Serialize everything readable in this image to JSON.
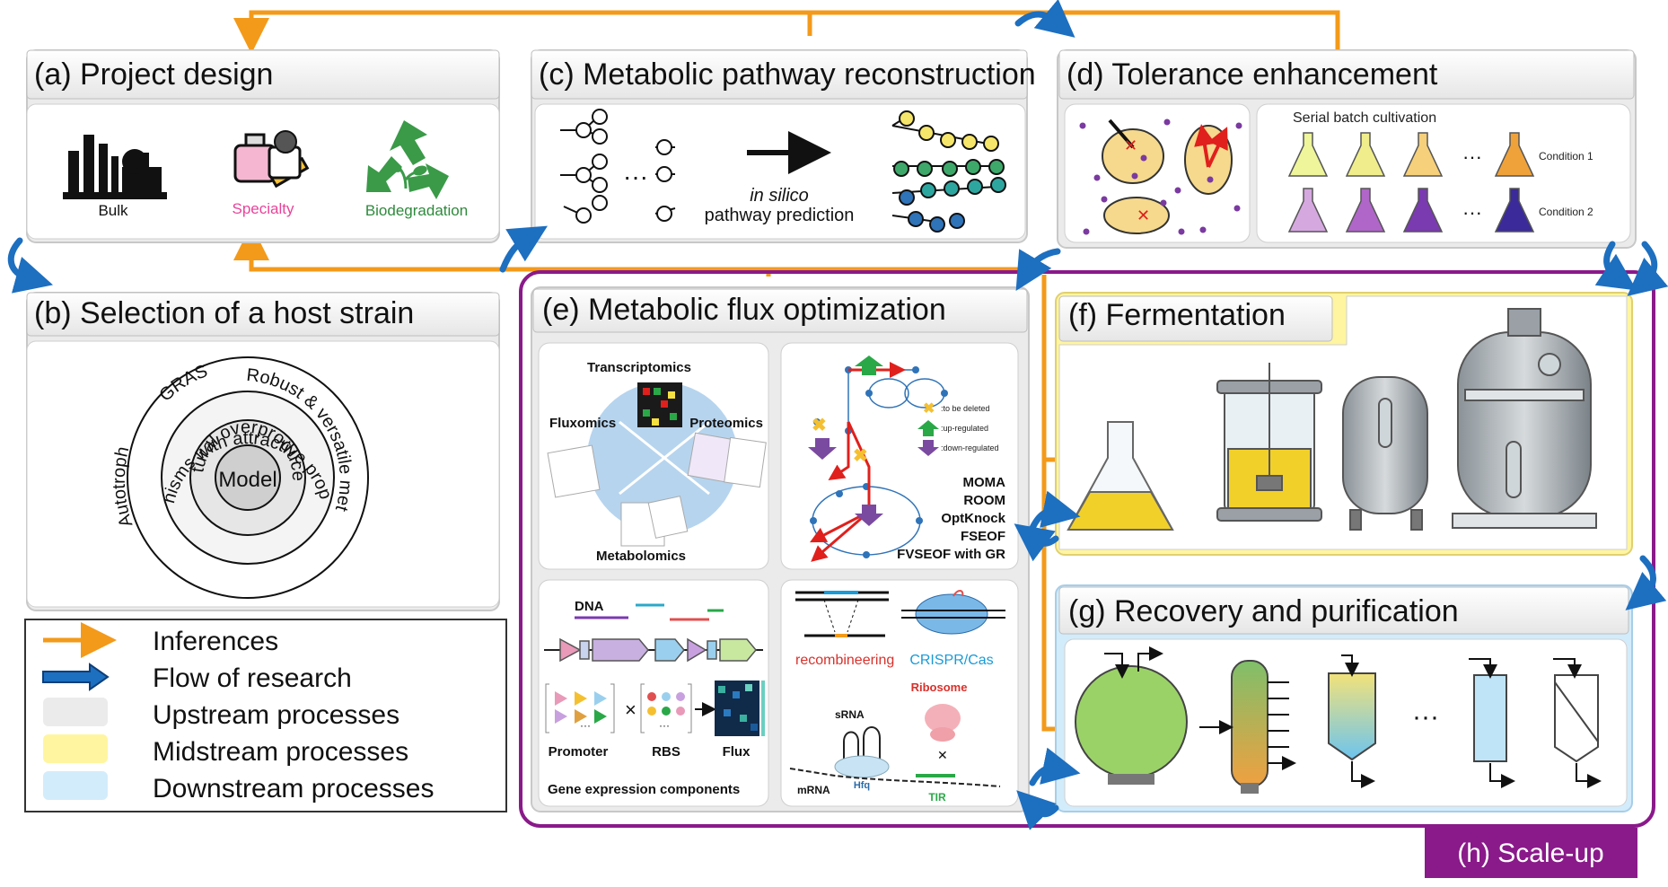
{
  "colors": {
    "orange": "#f39a1a",
    "blue_arrow": "#1d6fc0",
    "purple": "#8a1a8a",
    "upstream": "#ebebeb",
    "midstream": "#fff5a0",
    "downstream": "#d3ecfb",
    "specialty_pink": "#e8449a",
    "biodeg_green": "#2e8a3c",
    "recombineering_red": "#d8312b",
    "crispr_blue": "#1a9ad6"
  },
  "panels": {
    "a": {
      "title": "(a) Project design",
      "bulk": "Bulk",
      "specialty": "Specialty",
      "biodegradation": "Biodegradation"
    },
    "b": {
      "title": "(b) Selection of a host strain",
      "model": "Model",
      "natural": "Natural overproducers",
      "organisms": "Organisms with attractive properties",
      "robust": "Robust & versatile metabolism",
      "gras": "GRAS",
      "autotroph": "Autotroph"
    },
    "c": {
      "title": "(c) Metabolic pathway reconstruction",
      "ellipsis": "···",
      "in_silico": "in silico",
      "pathway_prediction": "pathway prediction"
    },
    "d": {
      "title": "(d) Tolerance enhancement",
      "serial": "Serial batch cultivation",
      "condition1": "Condition 1",
      "condition2": "Condition 2",
      "ellipsis": "···"
    },
    "e": {
      "title": "(e) Metabolic flux optimization",
      "transcriptomics": "Transcriptomics",
      "fluxomics": "Fluxomics",
      "proteomics": "Proteomics",
      "metabolomics": "Metabolomics",
      "to_be_deleted": ":to be deleted",
      "up_regulated": ":up-regulated",
      "down_regulated": ":down-regulated",
      "algorithms": [
        "MOMA",
        "ROOM",
        "OptKnock",
        "FSEOF",
        "FVSEOF with GR"
      ],
      "dna": "DNA",
      "promoter": "Promoter",
      "rbs": "RBS",
      "flux": "Flux",
      "times": "×",
      "dots": "···",
      "gene_expression": "Gene expression components",
      "recombineering": "recombineering",
      "crispr": "CRISPR/Cas",
      "ribosome": "Ribosome",
      "srna": "sRNA",
      "hfq": "Hfq",
      "mrna": "mRNA",
      "tir": "TIR",
      "cross": "✕"
    },
    "f": {
      "title": "(f) Fermentation"
    },
    "g": {
      "title": "(g) Recovery and purification",
      "ellipsis": "···"
    },
    "h": {
      "title": "(h) Scale-up"
    }
  },
  "legend": [
    {
      "label": "Inferences",
      "kind": "orange-arrow"
    },
    {
      "label": "Flow of research",
      "kind": "blue-arrow"
    },
    {
      "label": "Upstream processes",
      "kind": "swatch",
      "color": "#ebebeb"
    },
    {
      "label": "Midstream processes",
      "kind": "swatch",
      "color": "#fff5a0"
    },
    {
      "label": "Downstream processes",
      "kind": "swatch",
      "color": "#d3ecfb"
    }
  ]
}
